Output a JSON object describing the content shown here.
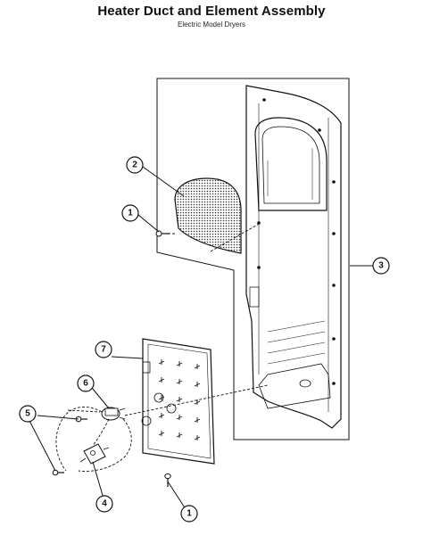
{
  "header": {
    "title": "Heater Duct and Element Assembly",
    "subtitle": "Electric Model Dryers"
  },
  "callouts": [
    {
      "id": "c1a",
      "label": "1",
      "part": "screw"
    },
    {
      "id": "c2",
      "label": "2",
      "part": "lint-screen-grille"
    },
    {
      "id": "c3",
      "label": "3",
      "part": "heater-duct"
    },
    {
      "id": "c4",
      "label": "4",
      "part": "thermal-fuse"
    },
    {
      "id": "c5",
      "label": "5",
      "part": "screw"
    },
    {
      "id": "c6",
      "label": "6",
      "part": "cycling-thermostat"
    },
    {
      "id": "c7",
      "label": "7",
      "part": "heater-element-assembly"
    },
    {
      "id": "c1b",
      "label": "1",
      "part": "screw"
    }
  ],
  "colors": {
    "line": "#111111",
    "background": "#ffffff"
  }
}
